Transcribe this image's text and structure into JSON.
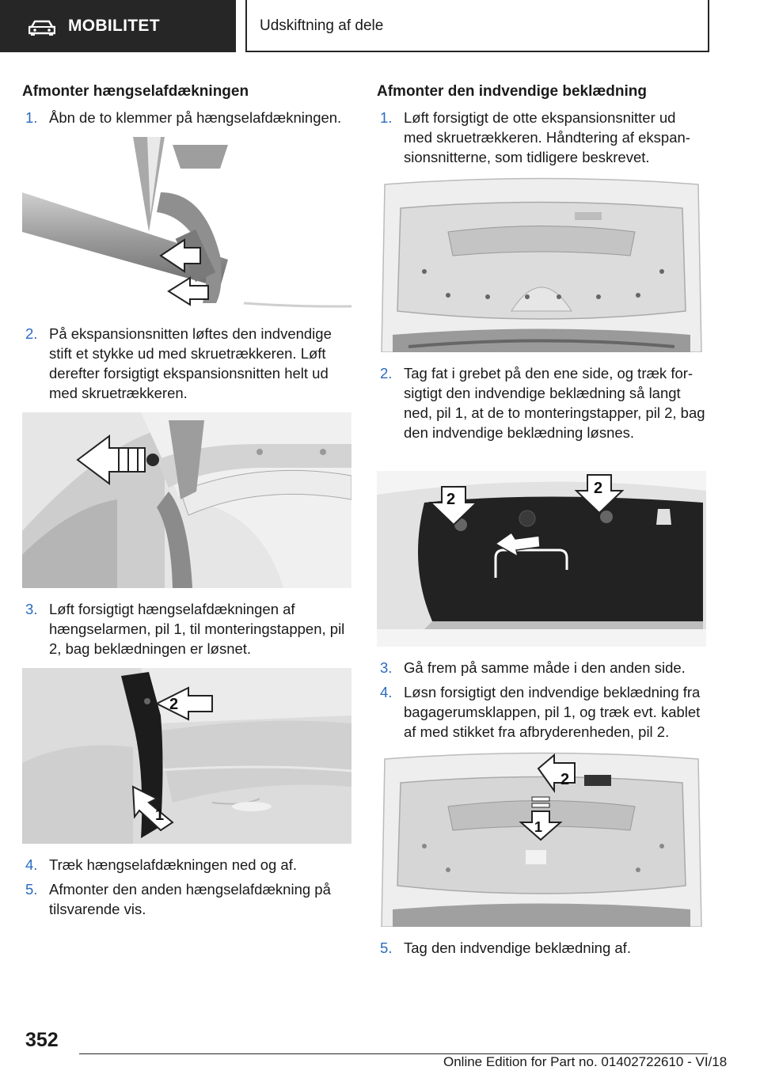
{
  "header": {
    "section": "MOBILITET",
    "chapter": "Udskiftning af dele",
    "section_icon": "car-icon"
  },
  "left": {
    "heading": "Afmonter hængselafdækningen",
    "steps": [
      {
        "num": "1.",
        "text": "Åbn de to klemmer på hængselafdækningen."
      },
      {
        "num": "2.",
        "text": "På ekspansionsnitten løftes den indvendige stift et stykke ud med skruetrækkeren. Løft derefter forsigtigt ekspansionsnitten helt ud med skruetrækkeren."
      },
      {
        "num": "3.",
        "text": "Løft forsigtigt hængselafdækningen af hængselarmen, pil 1, til monteringstappen, pil 2, bag beklædningen er løsnet."
      },
      {
        "num": "4.",
        "text": "Træk hængselafdækningen ned og af."
      },
      {
        "num": "5.",
        "text": "Afmonter den anden hængselafdækning på tilsvarende vis."
      }
    ],
    "fig3_labels": [
      "2",
      "1"
    ]
  },
  "right": {
    "heading": "Afmonter den indvendige beklædning",
    "steps": [
      {
        "num": "1.",
        "text": "Løft forsigtigt de otte ekspansionsnitter ud med skruetrækkeren. Håndtering af ekspan­sionsnitterne, som tidligere beskrevet."
      },
      {
        "num": "2.",
        "text": "Tag fat i grebet på den ene side, og træk for­sigtigt den indvendige beklædning så langt ned, pil 1, at de to monteringstapper, pil 2, bag den indvendige beklædning løsnes."
      },
      {
        "num": "3.",
        "text": "Gå frem på samme måde i den anden side."
      },
      {
        "num": "4.",
        "text": "Løsn forsigtigt den indvendige beklædning fra bagagerumsklappen, pil 1, og træk evt. kablet af med stikket fra afbryderenheden, pil 2."
      },
      {
        "num": "5.",
        "text": "Tag den indvendige beklædning af."
      }
    ],
    "fig2_labels": [
      "2",
      "2"
    ],
    "fig3_labels": [
      "2",
      "1"
    ]
  },
  "footer": {
    "page_number": "352",
    "edition": "Online Edition for Part no. 01402722610 - VI/18"
  }
}
